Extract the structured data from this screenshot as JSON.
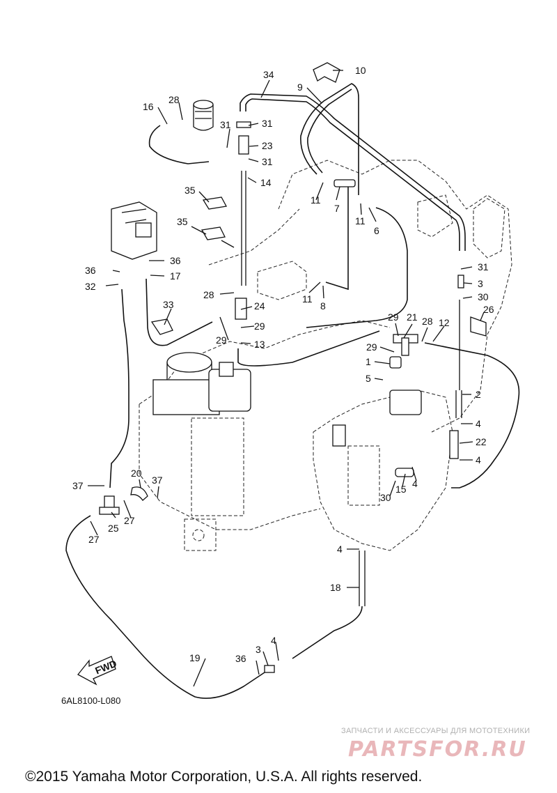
{
  "callouts": {
    "c1": "1",
    "c2": "2",
    "c3a": "3",
    "c3b": "3",
    "c4a": "4",
    "c4b": "4",
    "c4c": "4",
    "c4d": "4",
    "c4e": "4",
    "c5": "5",
    "c6": "6",
    "c7": "7",
    "c8": "8",
    "c9": "9",
    "c10": "10",
    "c11a": "11",
    "c11b": "11",
    "c11c": "11",
    "c12": "12",
    "c13": "13",
    "c14": "14",
    "c15": "15",
    "c16": "16",
    "c17": "17",
    "c18": "18",
    "c19": "19",
    "c20": "20",
    "c21": "21",
    "c22": "22",
    "c23": "23",
    "c24": "24",
    "c25": "25",
    "c26": "26",
    "c27a": "27",
    "c27b": "27",
    "c28a": "28",
    "c28b": "28",
    "c28c": "28",
    "c29a": "29",
    "c29b": "29",
    "c29c": "29",
    "c30a": "30",
    "c30b": "30",
    "c31a": "31",
    "c31b": "31",
    "c31c": "31",
    "c32": "32",
    "c33": "33",
    "c34": "34",
    "c35a": "35",
    "c35b": "35",
    "c36a": "36",
    "c36b": "36",
    "c36c": "36",
    "c37a": "37",
    "c37b": "37"
  },
  "fwd_label": "FWD",
  "part_code": "6AL8100-L080",
  "watermark": {
    "tagline": "ЗАПЧАСТИ И АКСЕССУАРЫ ДЛЯ МОТОТЕХНИКИ",
    "logo": "PARTSFOR.RU"
  },
  "copyright": "©2015 Yamaha Motor Corporation, U.S.A. All rights reserved."
}
